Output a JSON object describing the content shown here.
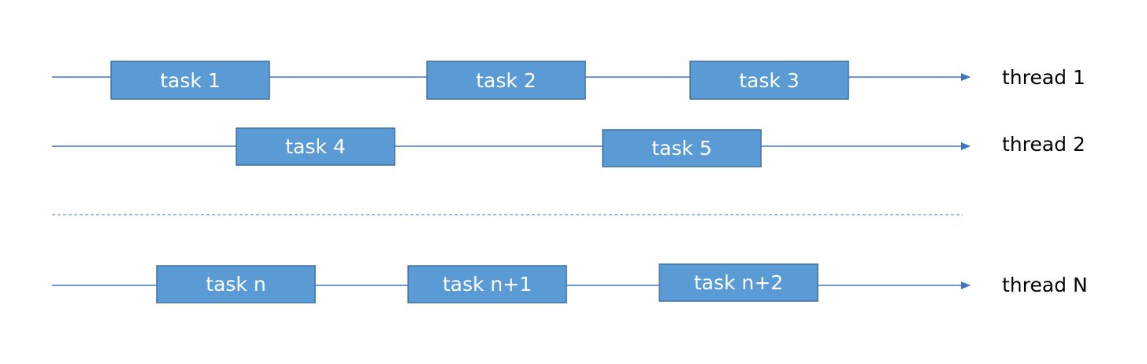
{
  "colors": {
    "task_fill": "#5b9bd5",
    "task_border": "#41719c",
    "timeline": "#4472c4",
    "task_text": "#ffffff",
    "thread_text": "#000000"
  },
  "threads": [
    {
      "label": "thread 1",
      "tasks": [
        "task 1",
        "task 2",
        "task 3"
      ]
    },
    {
      "label": "thread 2",
      "tasks": [
        "task 4",
        "task 5"
      ]
    },
    {
      "label": "thread N",
      "tasks": [
        "task n",
        "task n+1",
        "task n+2"
      ]
    }
  ]
}
